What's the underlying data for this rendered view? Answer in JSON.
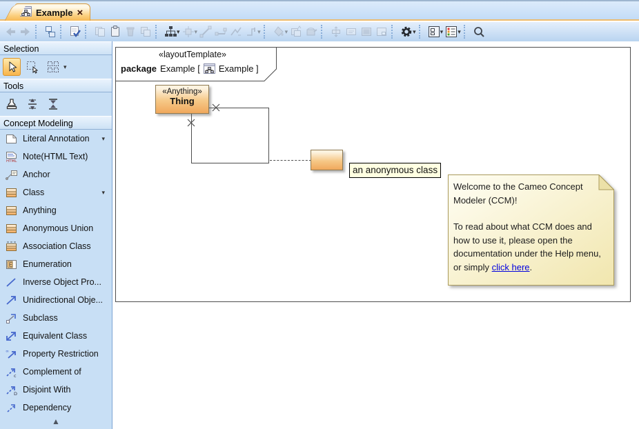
{
  "tab": {
    "title": "Example"
  },
  "icons": {
    "close": "×",
    "caret": "▾",
    "scroll_up": "▲"
  },
  "toolbar": {
    "icons": [
      "back",
      "forward",
      "show-containment",
      "check-diagram",
      "copy",
      "paste",
      "delete",
      "copy-with-style",
      "rearrange-hierarchy",
      "align",
      "insert-line",
      "insert-path",
      "insert-polyline",
      "orthogonal-path",
      "fill-color",
      "format-copier",
      "apply-style",
      "make-same-width",
      "edit-text",
      "edit-image",
      "show-window",
      "settings-gear",
      "diagram-window",
      "legend",
      "search"
    ]
  },
  "sidebar": {
    "sections": [
      {
        "title": "Selection"
      },
      {
        "title": "Tools"
      },
      {
        "title": "Concept Modeling"
      }
    ],
    "tools": [
      {
        "label": "Literal Annotation",
        "icon": "literal-annotation",
        "dropdown": true
      },
      {
        "label": "Note(HTML Text)",
        "icon": "note-html",
        "dropdown": false
      },
      {
        "label": "Anchor",
        "icon": "anchor",
        "dropdown": false
      },
      {
        "label": "Class",
        "icon": "class",
        "dropdown": true
      },
      {
        "label": "Anything",
        "icon": "anything",
        "dropdown": false
      },
      {
        "label": "Anonymous Union",
        "icon": "anonymous-union",
        "dropdown": false
      },
      {
        "label": "Association Class",
        "icon": "association-class",
        "dropdown": false
      },
      {
        "label": "Enumeration",
        "icon": "enumeration",
        "dropdown": false
      },
      {
        "label": "Inverse Object Pro...",
        "icon": "inverse-object-property",
        "dropdown": false
      },
      {
        "label": "Unidirectional Obje...",
        "icon": "unidirectional-object-property",
        "dropdown": false
      },
      {
        "label": "Subclass",
        "icon": "subclass",
        "dropdown": false
      },
      {
        "label": "Equivalent Class",
        "icon": "equivalent-class",
        "dropdown": false
      },
      {
        "label": "Property Restriction",
        "icon": "property-restriction",
        "dropdown": false
      },
      {
        "label": "Complement of",
        "icon": "complement-of",
        "dropdown": false
      },
      {
        "label": "Disjoint With",
        "icon": "disjoint-with",
        "dropdown": false
      },
      {
        "label": "Dependency",
        "icon": "dependency",
        "dropdown": false
      }
    ]
  },
  "diagram": {
    "frame_header": {
      "stereotype": "«layoutTemplate»",
      "keyword": "package",
      "name_open": "Example [",
      "name_close": "Example ]"
    },
    "thing": {
      "stereotype": "«Anything»",
      "name": "Thing"
    },
    "anonymous_label": "an anonymous class",
    "note": {
      "p1": "Welcome to the Cameo Concept Modeler (CCM)!",
      "p2a": "To read about what CCM does and how to use it, please open the documentation under the Help menu, or simply ",
      "link": "click here",
      "p2b": "."
    }
  }
}
